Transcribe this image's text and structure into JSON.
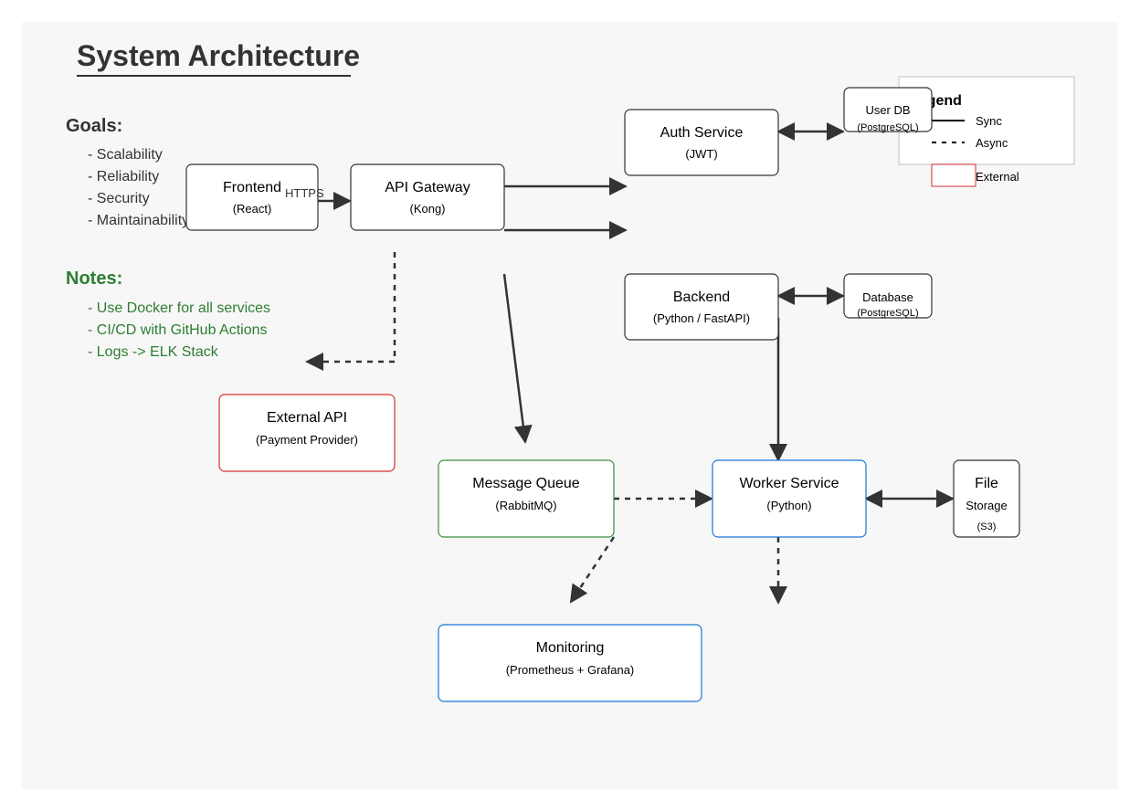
{
  "title": "System Architecture",
  "colors": {
    "text_dark": "#333333",
    "notes_green": "#2e7d32",
    "box_border_default": "#333333",
    "box_border_external": "#d32f2f",
    "box_border_queue": "#388e3c",
    "box_border_worker": "#1976d2",
    "background": "#f7f7f7"
  },
  "goals": {
    "heading": "Goals:",
    "items": [
      "- Scalability",
      "- Reliability",
      "- Security",
      "- Maintainability"
    ]
  },
  "notes": {
    "heading": "Notes:",
    "items": [
      "- Use Docker for all services",
      "- CI/CD with GitHub Actions",
      "- Logs -> ELK Stack"
    ]
  },
  "legend": {
    "title": "Legend",
    "sync": "Sync",
    "async": "Async",
    "external": "External"
  },
  "nodes": {
    "frontend": {
      "title": "Frontend",
      "sub": "(React)"
    },
    "gateway": {
      "title": "API Gateway",
      "sub": "(Kong)"
    },
    "auth": {
      "title": "Auth Service",
      "sub": "(JWT)"
    },
    "userdb": {
      "title": "User DB",
      "sub": "(PostgreSQL)"
    },
    "backend": {
      "title": "Backend",
      "sub": "(Python / FastAPI)"
    },
    "database": {
      "title": "Database",
      "sub": "(PostgreSQL)"
    },
    "external": {
      "title": "External API",
      "sub": "(Payment Provider)"
    },
    "queue": {
      "title": "Message Queue",
      "sub": "(RabbitMQ)"
    },
    "worker": {
      "title": "Worker Service",
      "sub": "(Python)"
    },
    "storage": {
      "title": "File",
      "title2": "Storage",
      "sub": "(S3)"
    },
    "monitoring": {
      "title": "Monitoring",
      "sub": "(Prometheus + Grafana)"
    }
  },
  "edges": {
    "https_label": "HTTPS"
  }
}
